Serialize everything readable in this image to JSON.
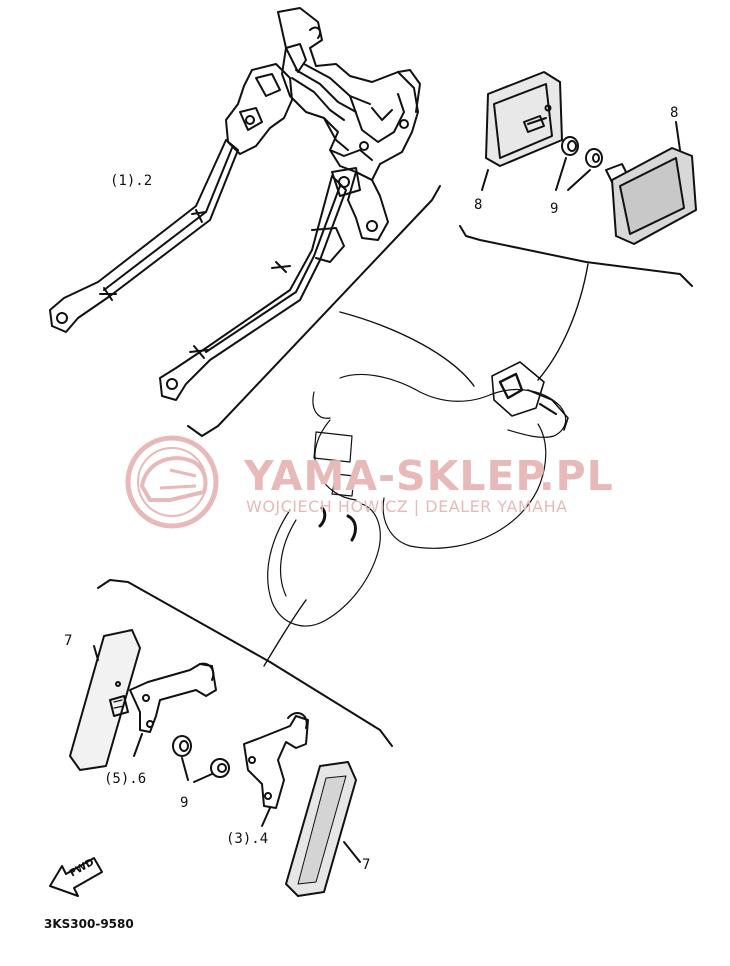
{
  "labels": {
    "part_1_2": "(1).2",
    "part_8_a": "8",
    "part_8_b": "8",
    "part_9_top": "9",
    "part_7_a": "7",
    "part_5_6": "(5).6",
    "part_9_bottom": "9",
    "part_3_4": "(3).4",
    "part_7_b": "7"
  },
  "forward_arrow": {
    "label": "FWD",
    "icon": "forward-arrow-icon"
  },
  "diagram_code": "3KS300-9580",
  "watermark": {
    "brand": "YAMA-SKLEP.PL",
    "subtitle": "WOJCIECH HOWICZ | DEALER YAMAHA",
    "logo_icon": "yamaha-helmet-logo-icon",
    "color": "#e7b9b9"
  },
  "colors": {
    "line": "#111111",
    "reflector_fill": "#d8d8d8"
  }
}
